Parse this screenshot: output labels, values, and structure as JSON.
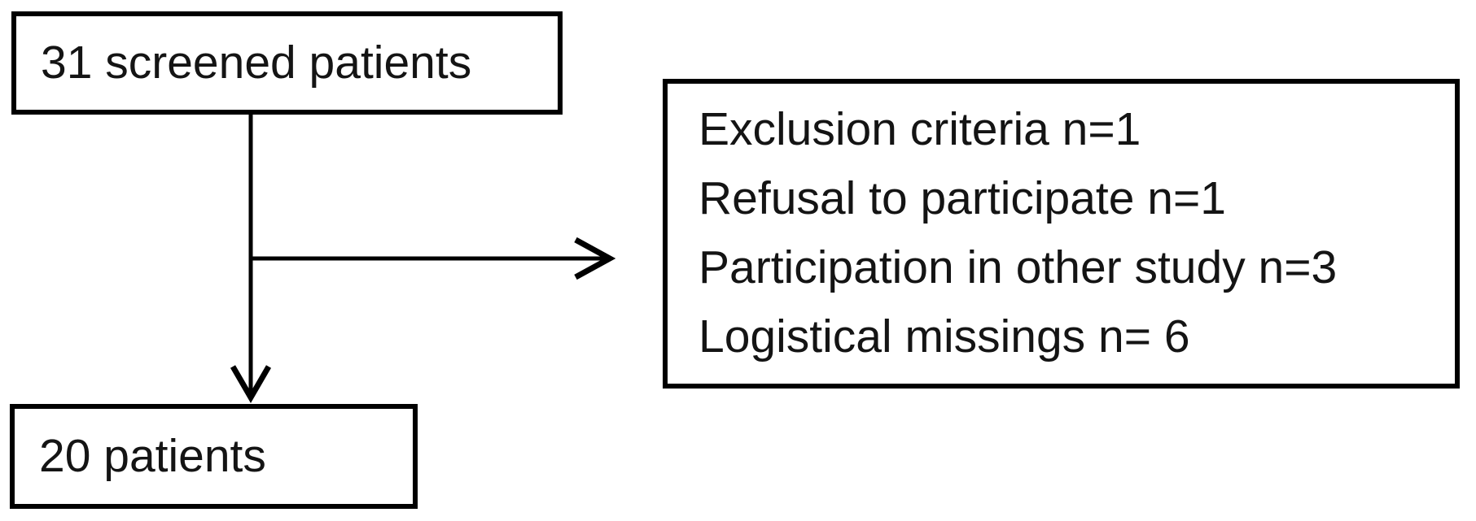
{
  "flowchart": {
    "screened_box": {
      "label": "31 screened patients"
    },
    "enrolled_box": {
      "label": "20 patients"
    },
    "exclusion_box": {
      "lines": [
        "Exclusion criteria n=1",
        "Refusal to participate n=1",
        "Participation in other study n=3",
        "Logistical missings n= 6"
      ]
    },
    "colors": {
      "border": "#000000",
      "text": "#141414",
      "background": "#ffffff"
    }
  }
}
